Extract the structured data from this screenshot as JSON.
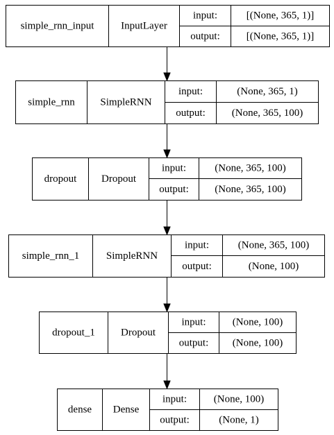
{
  "layers": [
    {
      "name": "simple_rnn_input",
      "type": "InputLayer",
      "input_label": "input:",
      "input_shape": "[(None, 365, 1)]",
      "output_label": "output:",
      "output_shape": "[(None, 365, 1)]"
    },
    {
      "name": "simple_rnn",
      "type": "SimpleRNN",
      "input_label": "input:",
      "input_shape": "(None, 365, 1)",
      "output_label": "output:",
      "output_shape": "(None, 365, 100)"
    },
    {
      "name": "dropout",
      "type": "Dropout",
      "input_label": "input:",
      "input_shape": "(None, 365, 100)",
      "output_label": "output:",
      "output_shape": "(None, 365, 100)"
    },
    {
      "name": "simple_rnn_1",
      "type": "SimpleRNN",
      "input_label": "input:",
      "input_shape": "(None, 365, 100)",
      "output_label": "output:",
      "output_shape": "(None, 100)"
    },
    {
      "name": "dropout_1",
      "type": "Dropout",
      "input_label": "input:",
      "input_shape": "(None, 100)",
      "output_label": "output:",
      "output_shape": "(None, 100)"
    },
    {
      "name": "dense",
      "type": "Dense",
      "input_label": "input:",
      "input_shape": "(None, 100)",
      "output_label": "output:",
      "output_shape": "(None, 1)"
    }
  ]
}
